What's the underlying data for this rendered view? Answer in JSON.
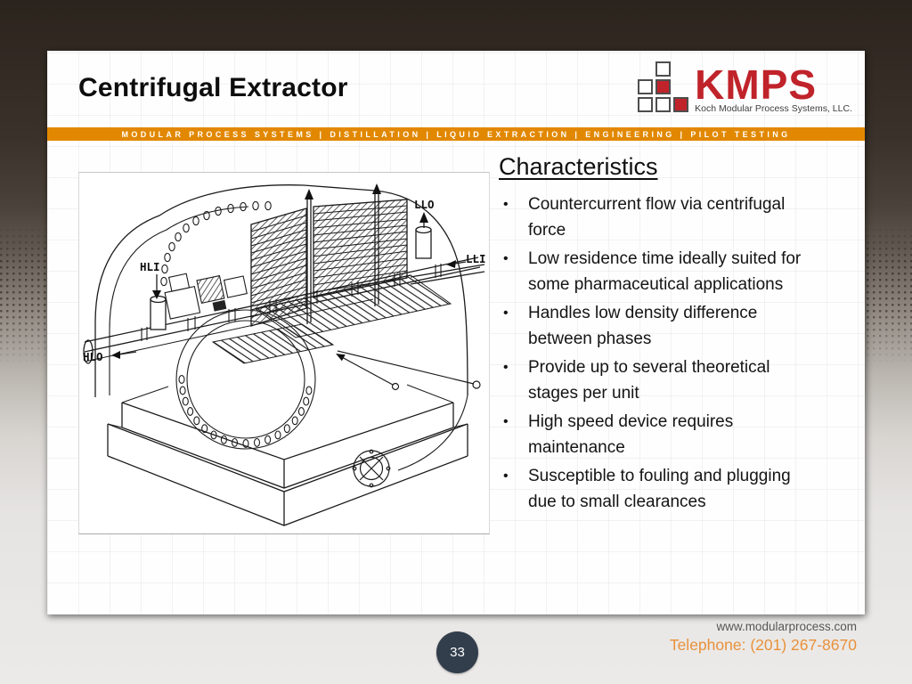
{
  "header": {
    "title": "Centrifugal Extractor",
    "banner": "MODULAR PROCESS SYSTEMS | DISTILLATION | LIQUID EXTRACTION | ENGINEERING | PILOT TESTING"
  },
  "logo": {
    "name": "KMPS",
    "tagline": "Koch Modular Process Systems, LLC."
  },
  "characteristics": {
    "heading": "Characteristics",
    "bullet_char": "•",
    "bullets": [
      "Countercurrent flow via centrifugal\nforce",
      "Low residence time ideally suited for\nsome pharmaceutical applications",
      "Handles low density difference\nbetween phases",
      "Provide up to several theoretical\nstages per unit",
      "High speed device requires\nmaintenance",
      "Susceptible to fouling and plugging\ndue to small clearances"
    ]
  },
  "diagram": {
    "labels": {
      "hli": "HLI",
      "hlo": "HLO",
      "llo": "LLO",
      "lli": "LLI"
    }
  },
  "footer": {
    "website": "www.modularprocess.com",
    "phone": "Telephone: (201) 267-8670",
    "page_number": "33"
  },
  "colors": {
    "banner_orange": "#e28800",
    "brand_red": "#c0232a",
    "phone_orange": "#e8913c",
    "page_circle": "#323e4c"
  }
}
